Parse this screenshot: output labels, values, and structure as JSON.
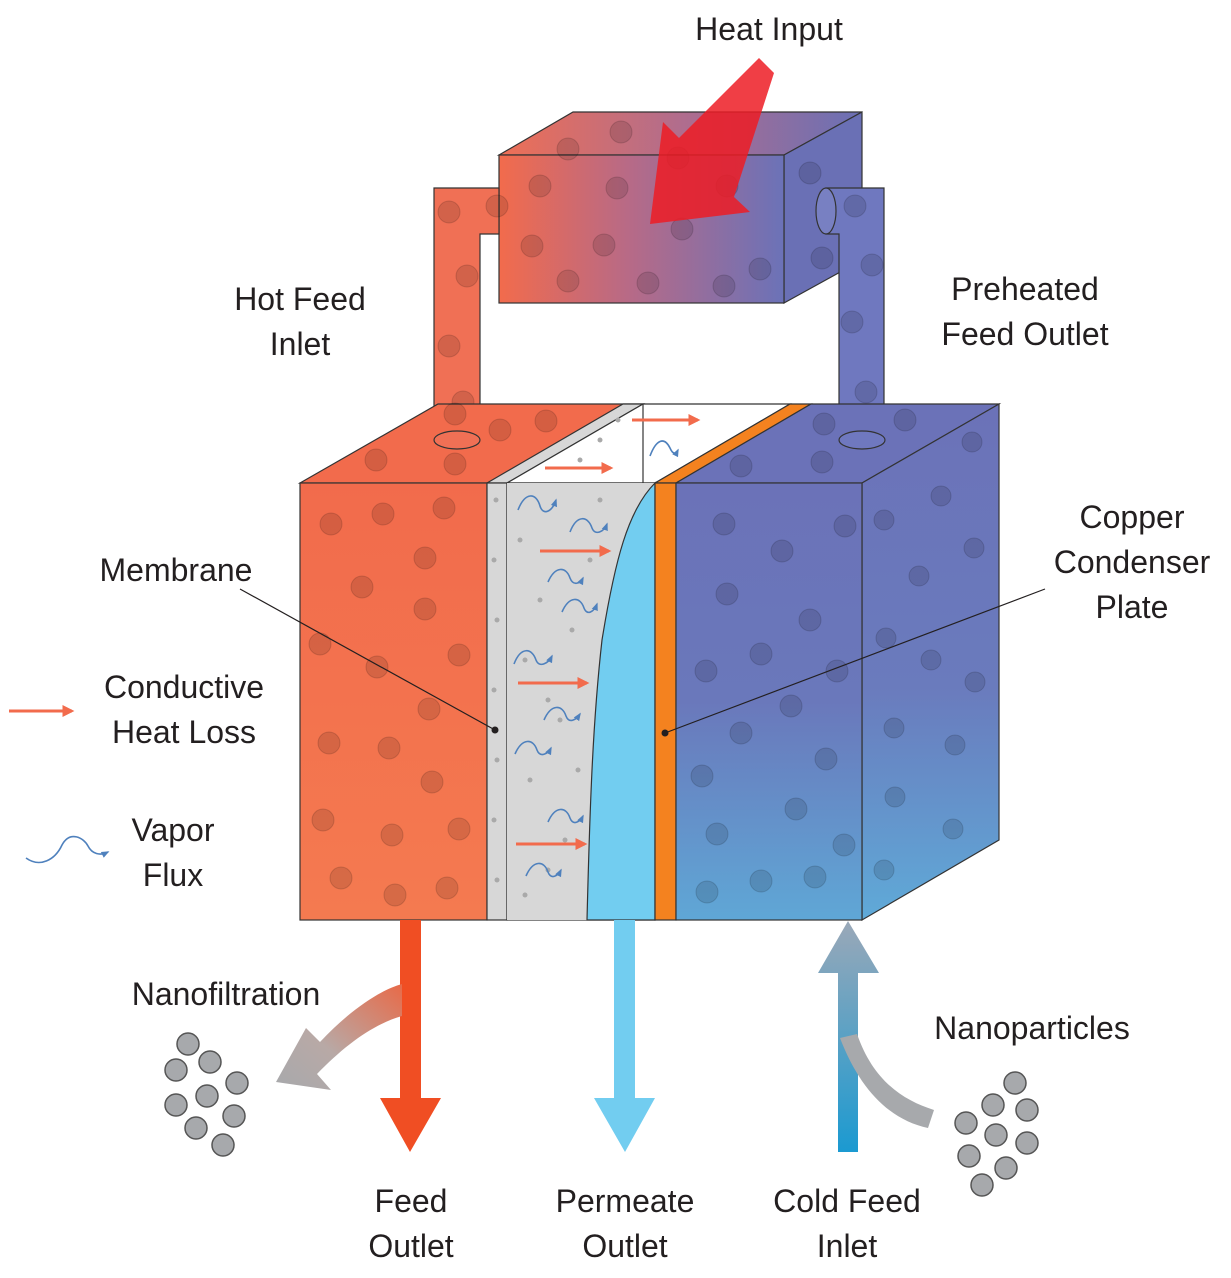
{
  "labels": {
    "heat_input": "Heat Input",
    "hot_feed_inlet": [
      "Hot Feed",
      "Inlet"
    ],
    "preheated_feed_outlet": [
      "Preheated",
      "Feed Outlet"
    ],
    "membrane": "Membrane",
    "copper_condenser_plate": [
      "Copper",
      "Condenser",
      "Plate"
    ],
    "conductive_heat_loss": [
      "Conductive",
      "Heat Loss"
    ],
    "vapor_flux": [
      "Vapor",
      "Flux"
    ],
    "nanofiltration": "Nanofiltration",
    "nanoparticles": "Nanoparticles",
    "feed_outlet": [
      "Feed",
      "Outlet"
    ],
    "permeate_outlet": [
      "Permeate",
      "Outlet"
    ],
    "cold_feed_inlet": [
      "Cold Feed",
      "Inlet"
    ]
  },
  "colors": {
    "hot": "#f26b4c",
    "cold": "#6b72b8",
    "cold_bottom": "#5fa7d6",
    "membrane": "#d7d7d7",
    "permeate": "#72cdf0",
    "copper": "#f4821f",
    "heat_arrow": "#ed1c24",
    "heat_loss_arrow": "#f26b4c",
    "vapor_arrow": "#4f81bd",
    "feed_outlet_arrow": "#f04e23",
    "nanoparticle": "#a7a9ac"
  }
}
